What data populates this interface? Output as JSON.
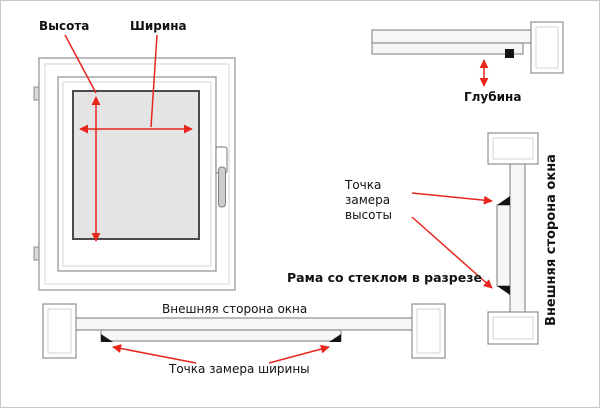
{
  "colors": {
    "arrow": "#e8261d",
    "frame_stroke": "#8f8f8f",
    "frame_fill": "#ffffff",
    "bevel": "#d6d6d6",
    "glass_fill": "#e4e4e4",
    "glass_stroke": "#4a4a4a",
    "profile_fill": "#f6f6f6",
    "mark": "#141414",
    "text": "#111111",
    "canvas_border": "#c8c8c8"
  },
  "front_view": {
    "height_label": "Высота",
    "width_label": "Ширина"
  },
  "depth_view": {
    "depth_label": "Глубина"
  },
  "side_view": {
    "outer_side_label": "Внешняя сторона окна",
    "height_point_label": "Точка замера высоты"
  },
  "bottom_view": {
    "outer_side_label": "Внешняя сторона окна",
    "width_point_label": "Точка замера ширины"
  },
  "caption": "Рама со стеклом в разрезе"
}
